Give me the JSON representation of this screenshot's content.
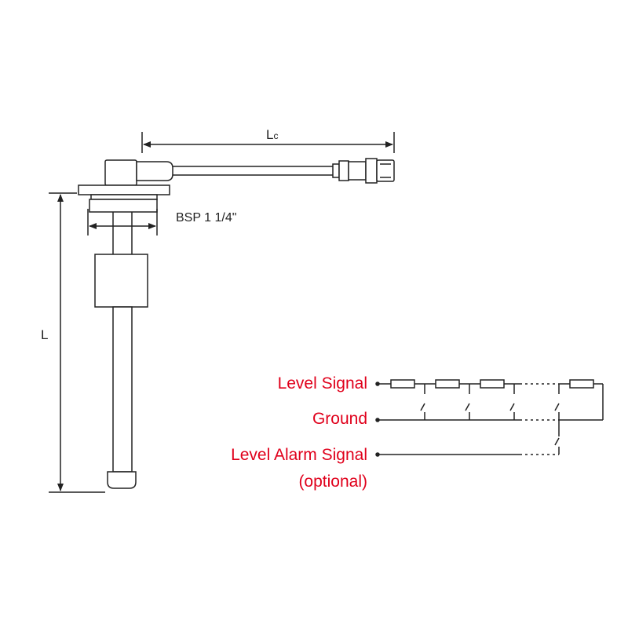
{
  "dimensions": {
    "cable_length_label_main": "L",
    "cable_length_label_sub": "c",
    "thread_label": "BSP 1 1/4\"",
    "total_length_label": "L"
  },
  "circuit": {
    "level_signal": "Level Signal",
    "ground": "Ground",
    "alarm_signal": "Level Alarm Signal",
    "alarm_optional": "(optional)"
  },
  "colors": {
    "line": "#222222",
    "signal_text": "#e0001b"
  }
}
